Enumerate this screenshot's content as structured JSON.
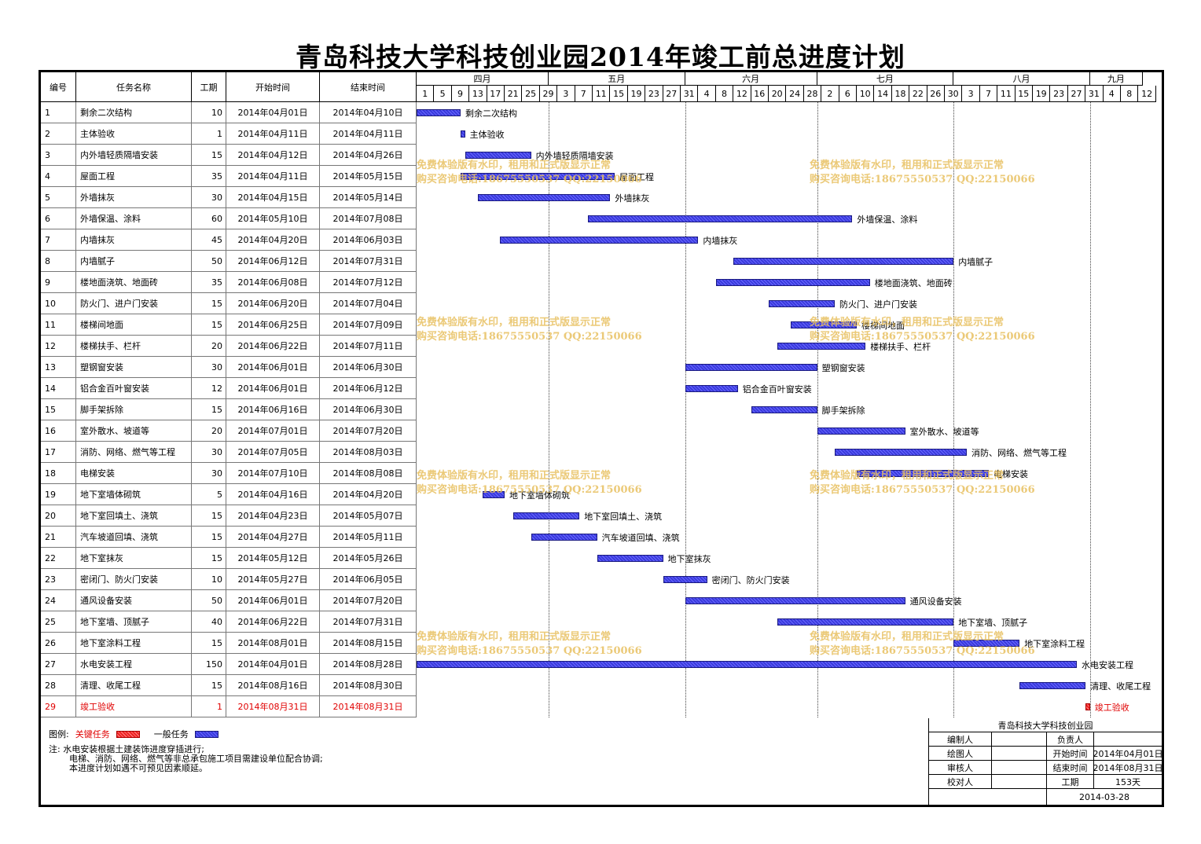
{
  "title": "青岛科技大学科技创业园2014年竣工前总进度计划",
  "headers": {
    "no": "编号",
    "name": "任务名称",
    "dur": "工期",
    "start": "开始时间",
    "end": "结束时间"
  },
  "months": [
    "四月",
    "五月",
    "六月",
    "七月",
    "八月",
    "九月"
  ],
  "day_ticks": [
    "1",
    "5",
    "9",
    "13",
    "17",
    "21",
    "25",
    "29",
    "3",
    "7",
    "11",
    "15",
    "19",
    "23",
    "27",
    "31",
    "4",
    "8",
    "12",
    "16",
    "20",
    "24",
    "28",
    "2",
    "6",
    "10",
    "14",
    "18",
    "22",
    "26",
    "30",
    "3",
    "7",
    "11",
    "15",
    "19",
    "23",
    "27",
    "31",
    "4",
    "8",
    "12"
  ],
  "chart_data": {
    "type": "gantt",
    "x_start": "2014-04-01",
    "tasks": [
      {
        "id": "1",
        "name": "剩余二次结构",
        "duration": "10",
        "start": "2014年04月01日",
        "end": "2014年04月10日",
        "critical": false
      },
      {
        "id": "2",
        "name": "主体验收",
        "duration": "1",
        "start": "2014年04月11日",
        "end": "2014年04月11日",
        "critical": false
      },
      {
        "id": "3",
        "name": "内外墙轻质隔墙安装",
        "duration": "15",
        "start": "2014年04月12日",
        "end": "2014年04月26日",
        "critical": false
      },
      {
        "id": "4",
        "name": "屋面工程",
        "duration": "35",
        "start": "2014年04月11日",
        "end": "2014年05月15日",
        "critical": false
      },
      {
        "id": "5",
        "name": "外墙抹灰",
        "duration": "30",
        "start": "2014年04月15日",
        "end": "2014年05月14日",
        "critical": false
      },
      {
        "id": "6",
        "name": "外墙保温、涂料",
        "duration": "60",
        "start": "2014年05月10日",
        "end": "2014年07月08日",
        "critical": false
      },
      {
        "id": "7",
        "name": "内墙抹灰",
        "duration": "45",
        "start": "2014年04月20日",
        "end": "2014年06月03日",
        "critical": false
      },
      {
        "id": "8",
        "name": "内墙腻子",
        "duration": "50",
        "start": "2014年06月12日",
        "end": "2014年07月31日",
        "critical": false
      },
      {
        "id": "9",
        "name": "楼地面浇筑、地面砖",
        "duration": "35",
        "start": "2014年06月08日",
        "end": "2014年07月12日",
        "critical": false
      },
      {
        "id": "10",
        "name": "防火门、进户门安装",
        "duration": "15",
        "start": "2014年06月20日",
        "end": "2014年07月04日",
        "critical": false
      },
      {
        "id": "11",
        "name": "楼梯间地面",
        "duration": "15",
        "start": "2014年06月25日",
        "end": "2014年07月09日",
        "critical": false
      },
      {
        "id": "12",
        "name": "楼梯扶手、栏杆",
        "duration": "20",
        "start": "2014年06月22日",
        "end": "2014年07月11日",
        "critical": false
      },
      {
        "id": "13",
        "name": "塑钢窗安装",
        "duration": "30",
        "start": "2014年06月01日",
        "end": "2014年06月30日",
        "critical": false
      },
      {
        "id": "14",
        "name": "铝合金百叶窗安装",
        "duration": "12",
        "start": "2014年06月01日",
        "end": "2014年06月12日",
        "critical": false
      },
      {
        "id": "15",
        "name": "脚手架拆除",
        "duration": "15",
        "start": "2014年06月16日",
        "end": "2014年06月30日",
        "critical": false
      },
      {
        "id": "16",
        "name": "室外散水、坡道等",
        "duration": "20",
        "start": "2014年07月01日",
        "end": "2014年07月20日",
        "critical": false
      },
      {
        "id": "17",
        "name": "消防、网络、燃气等工程",
        "duration": "30",
        "start": "2014年07月05日",
        "end": "2014年08月03日",
        "critical": false
      },
      {
        "id": "18",
        "name": "电梯安装",
        "duration": "30",
        "start": "2014年07月10日",
        "end": "2014年08月08日",
        "critical": false
      },
      {
        "id": "19",
        "name": "地下室墙体砌筑",
        "duration": "5",
        "start": "2014年04月16日",
        "end": "2014年04月20日",
        "critical": false
      },
      {
        "id": "20",
        "name": "地下室回填土、浇筑",
        "duration": "15",
        "start": "2014年04月23日",
        "end": "2014年05月07日",
        "critical": false
      },
      {
        "id": "21",
        "name": "汽车坡道回填、浇筑",
        "duration": "15",
        "start": "2014年04月27日",
        "end": "2014年05月11日",
        "critical": false
      },
      {
        "id": "22",
        "name": "地下室抹灰",
        "duration": "15",
        "start": "2014年05月12日",
        "end": "2014年05月26日",
        "critical": false
      },
      {
        "id": "23",
        "name": "密闭门、防火门安装",
        "duration": "10",
        "start": "2014年05月27日",
        "end": "2014年06月05日",
        "critical": false
      },
      {
        "id": "24",
        "name": "通风设备安装",
        "duration": "50",
        "start": "2014年06月01日",
        "end": "2014年07月20日",
        "critical": false
      },
      {
        "id": "25",
        "name": "地下室墙、顶腻子",
        "duration": "40",
        "start": "2014年06月22日",
        "end": "2014年07月31日",
        "critical": false
      },
      {
        "id": "26",
        "name": "地下室涂料工程",
        "duration": "15",
        "start": "2014年08月01日",
        "end": "2014年08月15日",
        "critical": false
      },
      {
        "id": "27",
        "name": "水电安装工程",
        "duration": "150",
        "start": "2014年04月01日",
        "end": "2014年08月28日",
        "critical": false
      },
      {
        "id": "28",
        "name": "清理、收尾工程",
        "duration": "15",
        "start": "2014年08月16日",
        "end": "2014年08月30日",
        "critical": false
      },
      {
        "id": "29",
        "name": "竣工验收",
        "duration": "1",
        "start": "2014年08月31日",
        "end": "2014年08月31日",
        "critical": true
      }
    ]
  },
  "legend": {
    "label": "图例:",
    "critical": "关键任务",
    "normal": "一般任务",
    "critical_color": "#e02020",
    "normal_color": "#3a3adc"
  },
  "notes": [
    "注:  水电安装根据土建装饰进度穿插进行;",
    "电梯、消防、网络、燃气等非总承包施工项目需建设单位配合协调;",
    "本进度计划如遇不可预见因素顺延。"
  ],
  "title_block": {
    "org": "青岛科技大学科技创业园",
    "rows": [
      {
        "label": "编制人",
        "value": "",
        "label2": "负责人",
        "value2": ""
      },
      {
        "label": "绘图人",
        "value": "",
        "label2": "开始时间",
        "value2": "2014年04月01日"
      },
      {
        "label": "审核人",
        "value": "",
        "label2": "结束时间",
        "value2": "2014年08月31日"
      },
      {
        "label": "校对人",
        "value": "",
        "label2": "工期",
        "value2": "153天"
      }
    ],
    "date": "2014-03-28"
  },
  "watermark": {
    "line1": "免费体验版有水印，租用和正式版显示正常",
    "line2": "购买咨询电话:18675550537 QQ:22150066"
  }
}
